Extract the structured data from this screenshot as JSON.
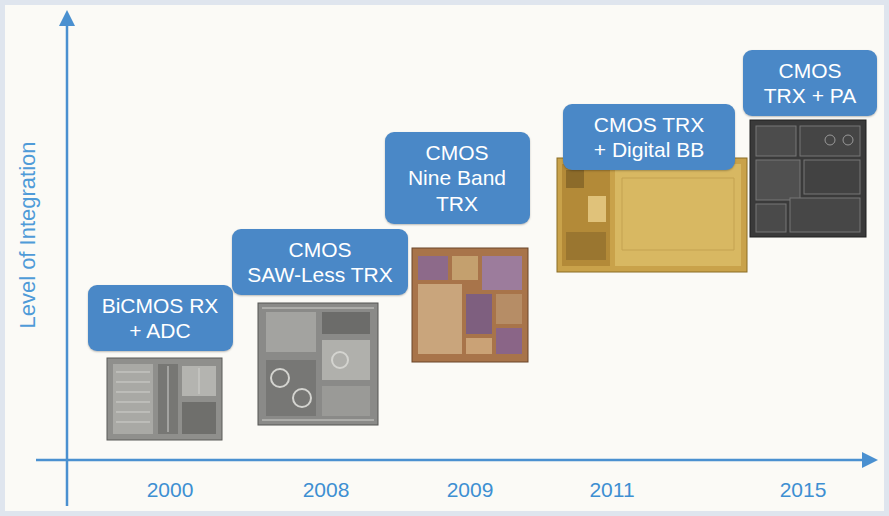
{
  "diagram": {
    "nodes": [
      {
        "text": [
          "BiCMOS RX + ADC"
        ]
      },
      {
        "text": [
          "CMOS SAW-Less TRX"
        ]
      },
      {
        "text": [
          "CMOS Nine Band TRX"
        ]
      },
      {
        "text": [
          "CMOS TRX + Digital BB"
        ]
      },
      {
        "text": [
          "CMOS TRX + PA"
        ]
      }
    ],
    "labels": [
      "Level of Integration",
      "2000",
      "2008",
      "2009",
      "2011",
      "2015"
    ]
  }
}
